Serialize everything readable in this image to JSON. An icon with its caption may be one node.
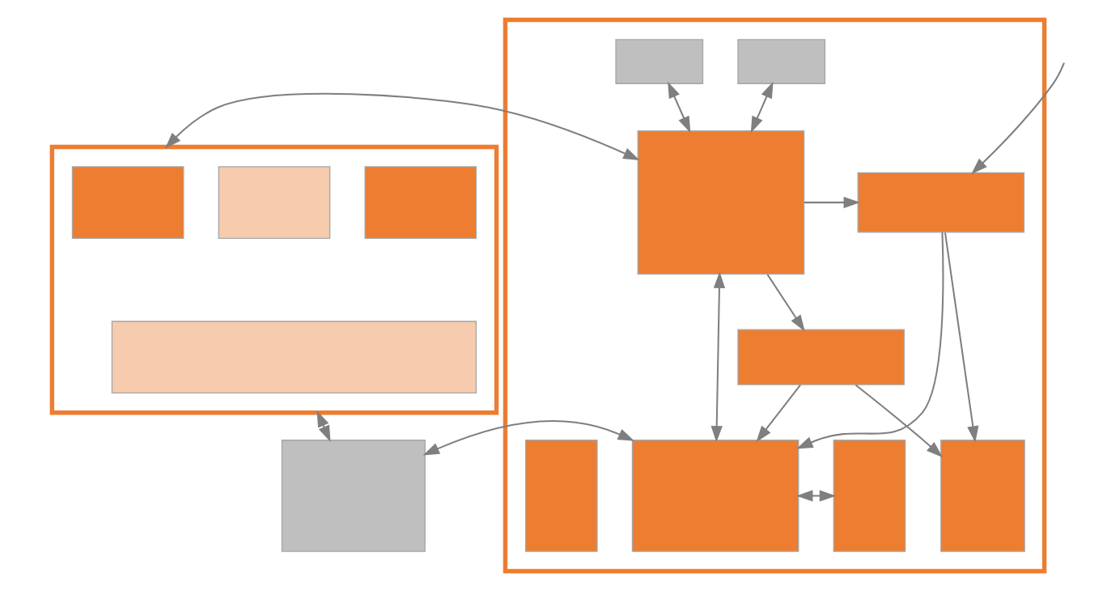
{
  "diagram": {
    "nodes": [
      {
        "text": [],
        "shape": "box"
      },
      {
        "text": [],
        "shape": "box",
        "in": 0
      },
      {
        "text": [],
        "shape": "box",
        "in": 0
      },
      {
        "text": [],
        "shape": "box",
        "in": 0
      },
      {
        "text": [],
        "shape": "box",
        "in": 0
      },
      {
        "text": [],
        "shape": "box"
      },
      {
        "text": [],
        "shape": "box",
        "in": 5
      },
      {
        "text": [],
        "shape": "box",
        "in": 5
      },
      {
        "text": [],
        "shape": "box",
        "in": 5
      },
      {
        "text": [],
        "shape": "box",
        "in": 5
      },
      {
        "text": [],
        "shape": "box",
        "in": 5
      },
      {
        "text": [],
        "shape": "box",
        "in": 5
      },
      {
        "text": [],
        "shape": "box",
        "in": 5
      },
      {
        "text": [],
        "shape": "box",
        "in": 5
      },
      {
        "text": [],
        "shape": "box",
        "in": 5
      },
      {
        "text": [],
        "shape": "box"
      }
    ],
    "edges": [
      {
        "from": 0,
        "to": 8,
        "arrow": "both"
      },
      {
        "from": 0,
        "to": 15,
        "arrow": "both"
      },
      {
        "from": 6,
        "to": 8,
        "arrow": "both"
      },
      {
        "from": 7,
        "to": 8,
        "arrow": "both"
      },
      {
        "from": null,
        "to": 9,
        "arrow": "to"
      },
      {
        "from": 8,
        "to": 9,
        "arrow": "to"
      },
      {
        "from": 8,
        "to": 10,
        "arrow": "to"
      },
      {
        "from": 8,
        "to": 11,
        "arrow": "both"
      },
      {
        "from": 9,
        "to": 11,
        "arrow": "to"
      },
      {
        "from": 10,
        "to": 11,
        "arrow": "to"
      },
      {
        "from": 9,
        "to": 13,
        "arrow": "to"
      },
      {
        "from": 10,
        "to": 13,
        "arrow": "to"
      },
      {
        "from": 15,
        "to": 11,
        "arrow": "both"
      },
      {
        "from": 11,
        "to": 12,
        "arrow": "both"
      }
    ]
  }
}
